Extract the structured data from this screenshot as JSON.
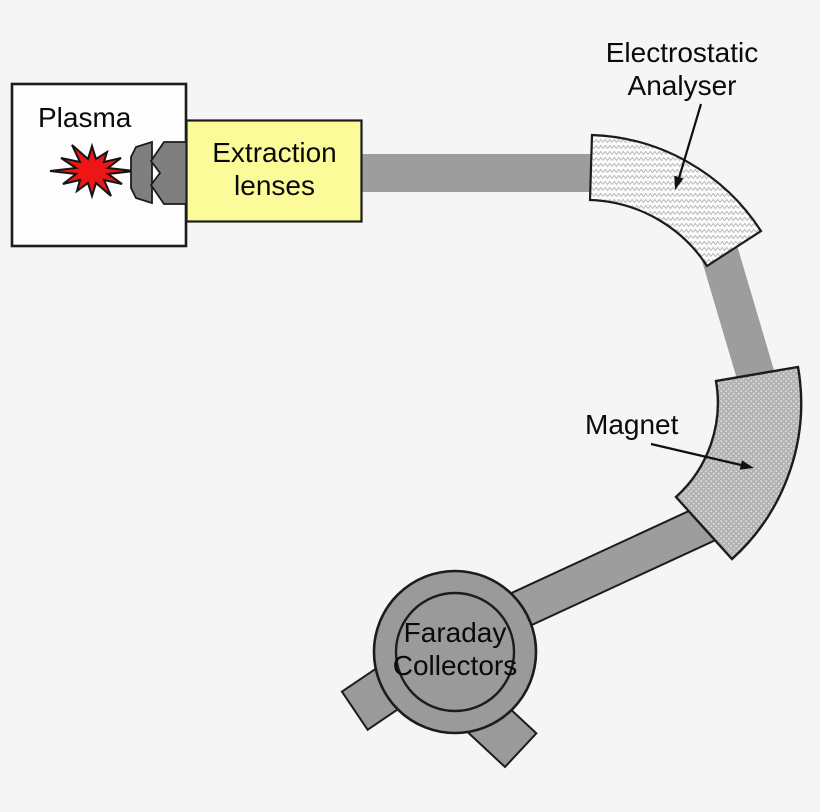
{
  "labels": {
    "plasma": "Plasma",
    "extraction_line1": "Extraction",
    "extraction_line2": "lenses",
    "esa_line1": "Electrostatic",
    "esa_line2": "Analyser",
    "magnet": "Magnet",
    "faraday_line1": "Faraday",
    "faraday_line2": "Collectors"
  },
  "colors": {
    "background": "#f5f5f6",
    "beam": "#9d9d9d",
    "cone": "#7f7f7f",
    "plasma_box_fill": "#fdfdfd",
    "extraction_fill": "#fbfb99",
    "star_fill": "#ed1515",
    "star_stroke": "#141414",
    "analyser_fill": "#fcfcfc",
    "analyser_hatch": "#b8b8b8",
    "magnet_fill": "#b2b2b2",
    "magnet_dot": "#e0e0e0",
    "collector_fill": "#9a9a9a",
    "outline": "#1c1c1c",
    "arrow": "#111111",
    "text": "#0a0a0a"
  }
}
